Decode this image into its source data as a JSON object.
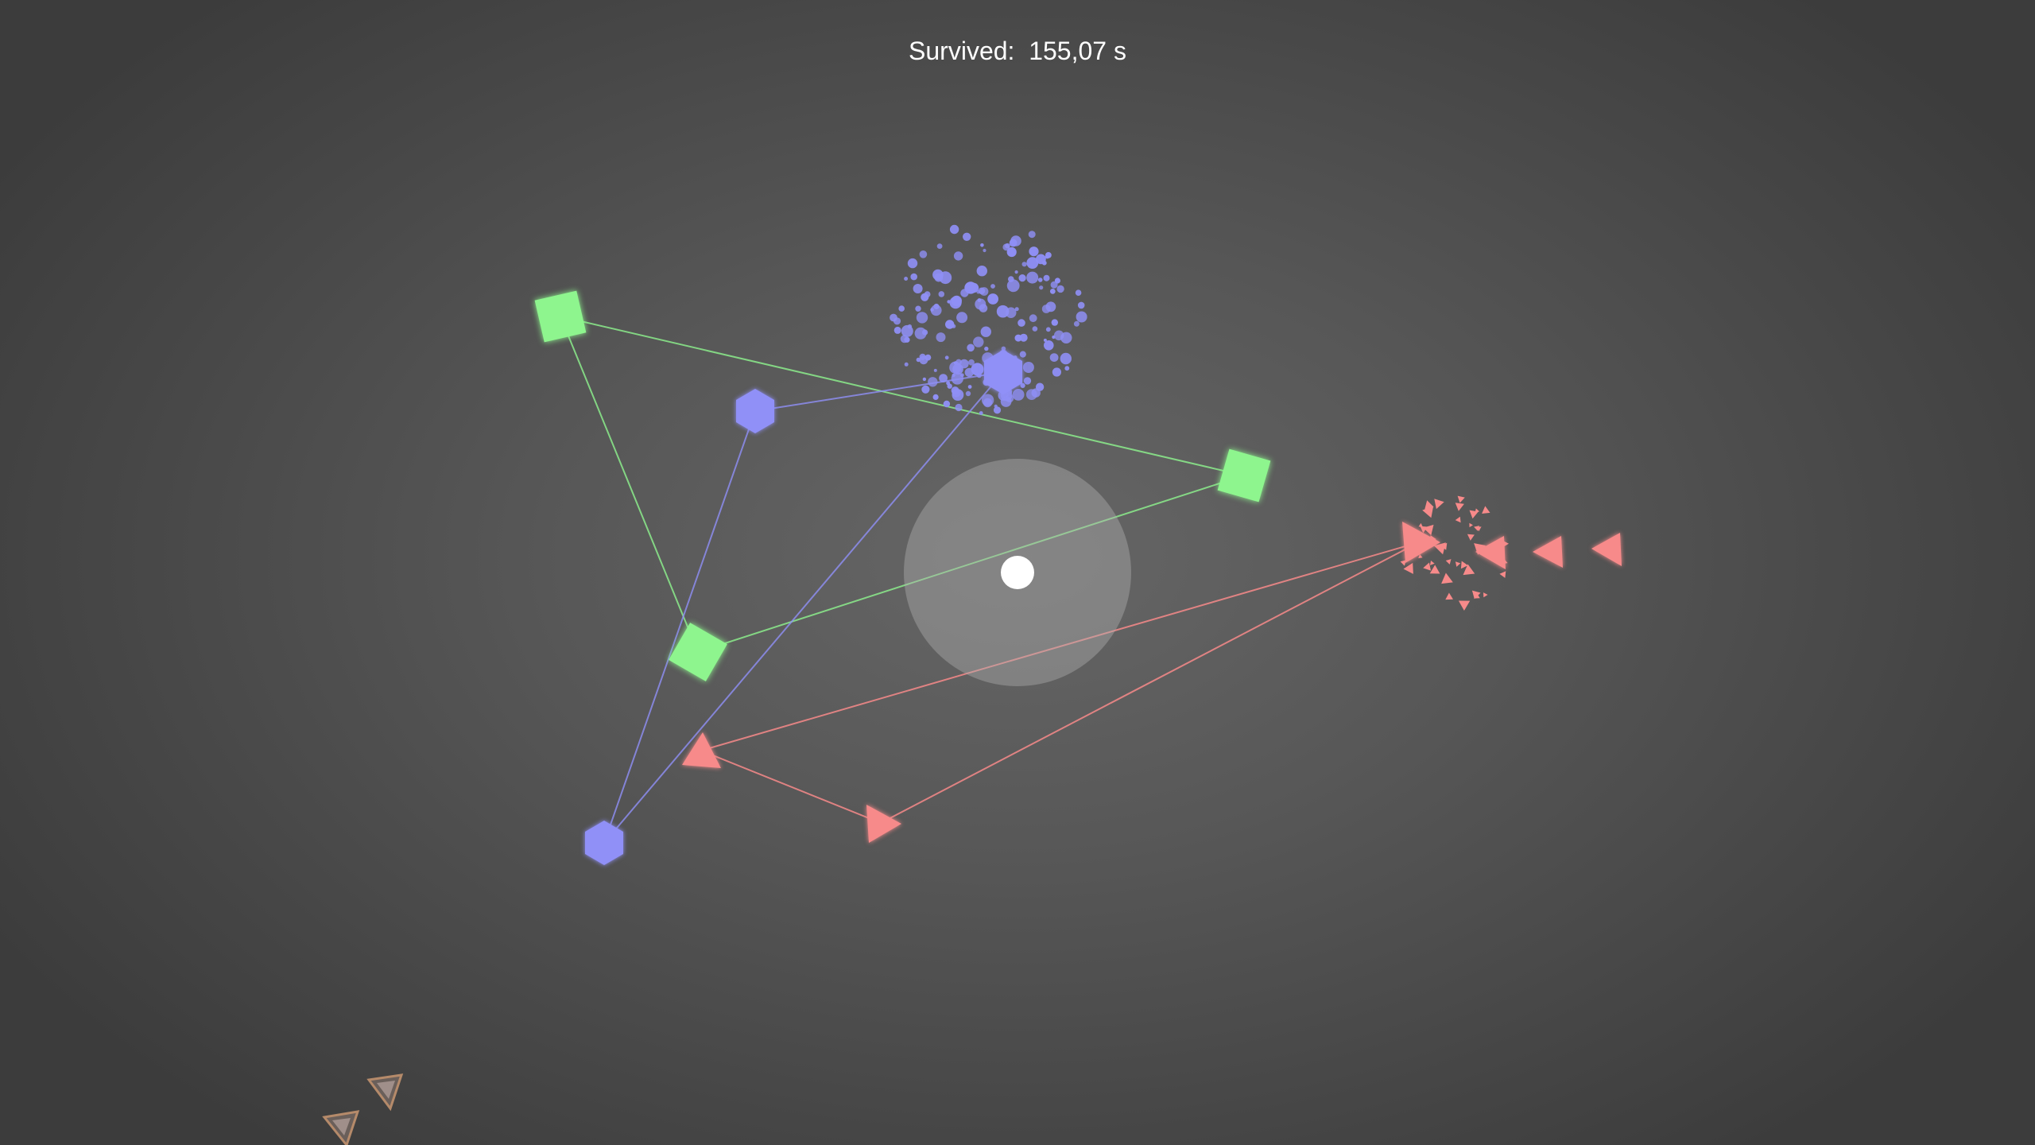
{
  "hud": {
    "survived_label": "Survived:",
    "survived_value": "155,07 s"
  },
  "colors": {
    "background": "#595959",
    "square_enemy": "#8ef58e",
    "hexagon_enemy": "#9090f7",
    "triangle_enemy": "#f78a8a",
    "player": "#ffffff",
    "player_aura": "#a8a8a8"
  },
  "entities": {
    "player": {
      "name": "player-orb"
    },
    "square_group": {
      "name": "square-enemy",
      "count": 3
    },
    "hexagon_group": {
      "name": "hexagon-enemy",
      "count": 3
    },
    "triangle_group": {
      "name": "triangle-enemy",
      "count": 6
    },
    "offscreen_indicators": {
      "count": 2
    }
  }
}
